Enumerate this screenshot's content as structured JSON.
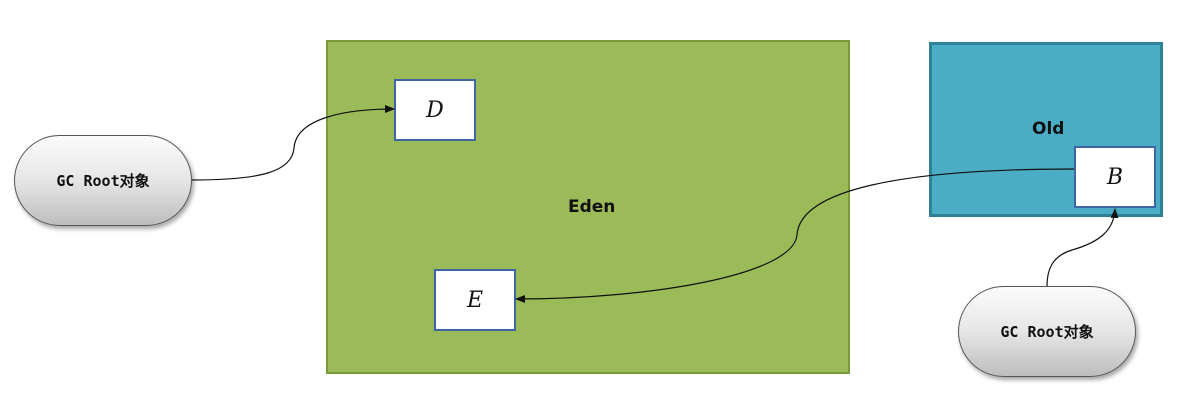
{
  "regions": {
    "eden": {
      "label": "Eden",
      "color": "#9bbb59"
    },
    "old": {
      "label": "Old",
      "color": "#4bacc6"
    }
  },
  "objects": {
    "d": "D",
    "e": "E",
    "b": "B"
  },
  "gc_roots": {
    "left": "GC Root对象",
    "right": "GC Root对象"
  },
  "references": [
    {
      "from": "GC Root对象 (left)",
      "to": "D"
    },
    {
      "from": "B",
      "to": "E"
    },
    {
      "from": "GC Root对象 (right)",
      "to": "B"
    }
  ]
}
